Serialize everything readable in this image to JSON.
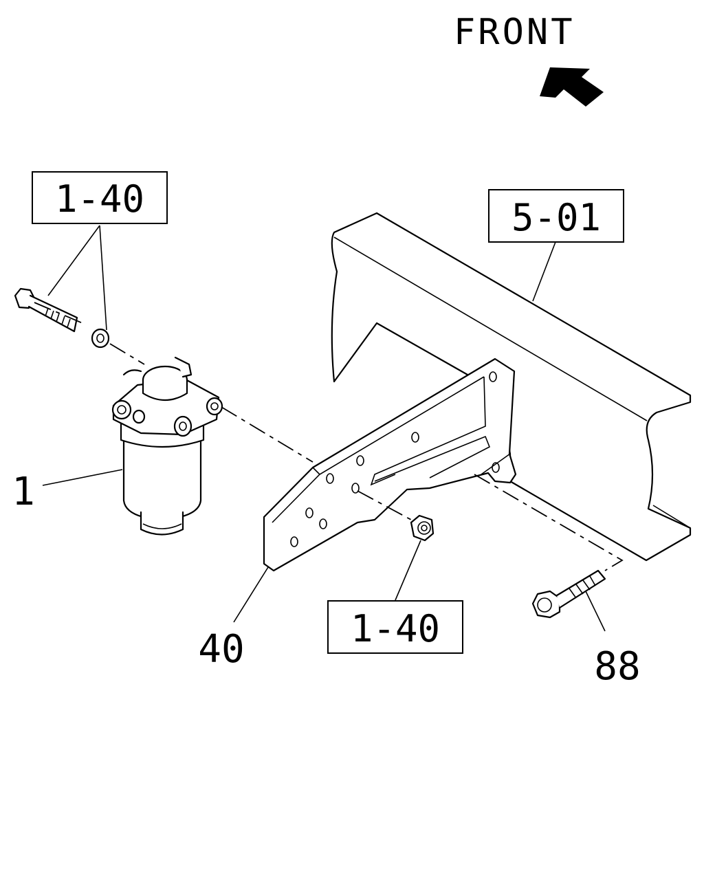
{
  "direction": {
    "label": "FRONT",
    "icon": "front-arrow-icon"
  },
  "references": {
    "ref_upper_left": "1-40",
    "ref_frame": "5-01",
    "ref_lower": "1-40"
  },
  "callouts": {
    "fuel_filter": "1",
    "bracket": "40",
    "bolt": "88"
  }
}
